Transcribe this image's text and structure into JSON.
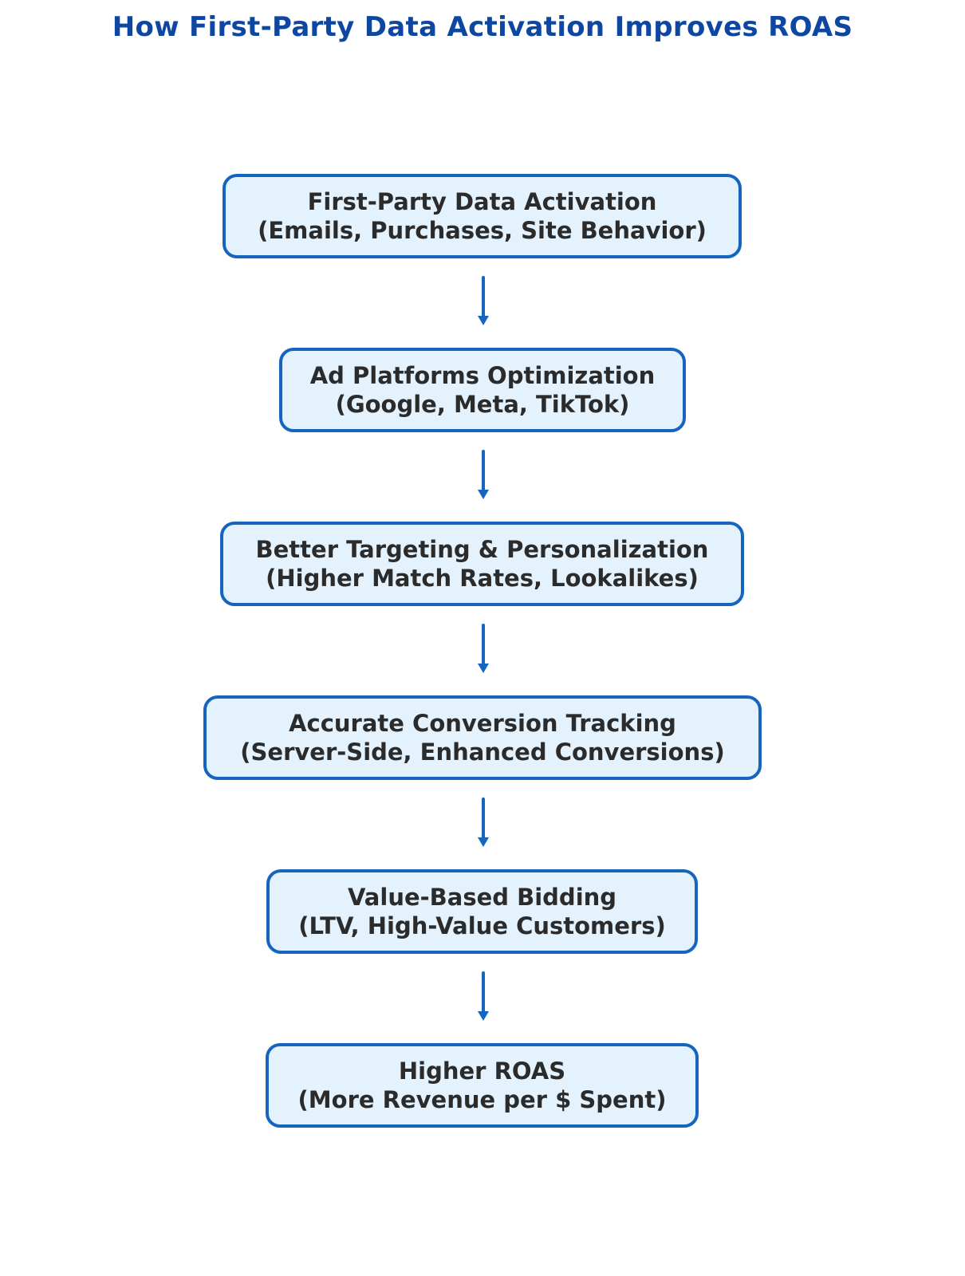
{
  "title": "How First-Party Data Activation Improves ROAS",
  "colors": {
    "title": "#0d47a1",
    "box_border": "#1565c0",
    "box_fill": "#e3f2fd",
    "box_text": "#2b2b2b",
    "arrow": "#1565c0"
  },
  "steps": [
    {
      "line1": "First-Party Data Activation",
      "line2": "(Emails, Purchases, Site Behavior)"
    },
    {
      "line1": "Ad Platforms Optimization",
      "line2": "(Google, Meta, TikTok)"
    },
    {
      "line1": "Better Targeting & Personalization",
      "line2": "(Higher Match Rates, Lookalikes)"
    },
    {
      "line1": "Accurate Conversion Tracking",
      "line2": "(Server-Side, Enhanced Conversions)"
    },
    {
      "line1": "Value-Based Bidding",
      "line2": "(LTV, High-Value Customers)"
    },
    {
      "line1": "Higher ROAS",
      "line2": "(More Revenue per $ Spent)"
    }
  ],
  "arrows": [
    {
      "icon": "down-arrow-icon"
    },
    {
      "icon": "down-arrow-icon"
    },
    {
      "icon": "down-arrow-icon"
    },
    {
      "icon": "down-arrow-icon"
    },
    {
      "icon": "down-arrow-icon"
    }
  ]
}
